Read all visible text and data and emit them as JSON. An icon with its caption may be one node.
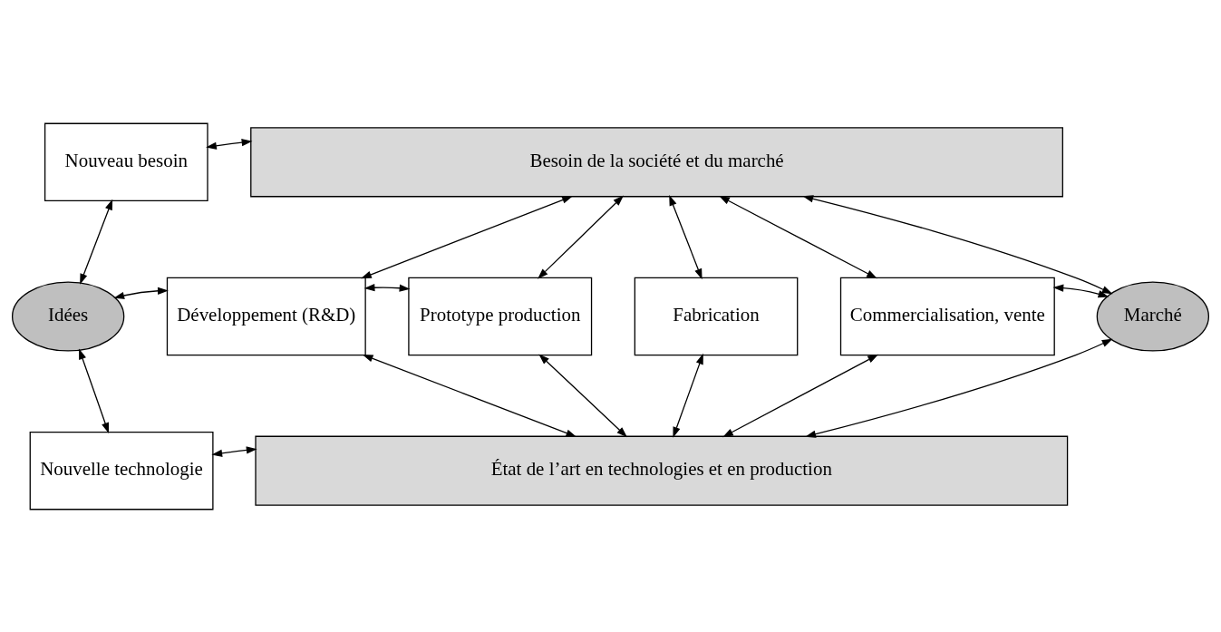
{
  "diagram": {
    "nodes": [
      {
        "text": [
          "Nouveau besoin"
        ]
      },
      {
        "text": [
          "Besoin de la société et du marché"
        ]
      },
      {
        "text": [
          "Idées"
        ]
      },
      {
        "text": [
          "Développement (R&D)"
        ]
      },
      {
        "text": [
          "Prototype production"
        ]
      },
      {
        "text": [
          "Fabrication"
        ]
      },
      {
        "text": [
          "Commercialisation, vente"
        ]
      },
      {
        "text": [
          "Marché"
        ]
      },
      {
        "text": [
          "Nouvelle technologie"
        ]
      },
      {
        "text": [
          "État de l’art en technologies et en production"
        ]
      }
    ],
    "edges": [
      {
        "from": 0,
        "to": 1,
        "arrow": "both"
      },
      {
        "from": 0,
        "to": 2,
        "arrow": "both"
      },
      {
        "from": 1,
        "to": 3,
        "arrow": "both"
      },
      {
        "from": 1,
        "to": 4,
        "arrow": "both"
      },
      {
        "from": 1,
        "to": 5,
        "arrow": "both"
      },
      {
        "from": 1,
        "to": 6,
        "arrow": "both"
      },
      {
        "from": 1,
        "to": 7,
        "arrow": "both"
      },
      {
        "from": 2,
        "to": 3,
        "arrow": "both"
      },
      {
        "from": 3,
        "to": 4,
        "arrow": "both"
      },
      {
        "from": 6,
        "to": 7,
        "arrow": "both"
      },
      {
        "from": 2,
        "to": 8,
        "arrow": "both"
      },
      {
        "from": 3,
        "to": 9,
        "arrow": "both"
      },
      {
        "from": 4,
        "to": 9,
        "arrow": "both"
      },
      {
        "from": 5,
        "to": 9,
        "arrow": "both"
      },
      {
        "from": 6,
        "to": 9,
        "arrow": "both"
      },
      {
        "from": 7,
        "to": 9,
        "arrow": "both"
      },
      {
        "from": 8,
        "to": 9,
        "arrow": "both"
      }
    ]
  }
}
